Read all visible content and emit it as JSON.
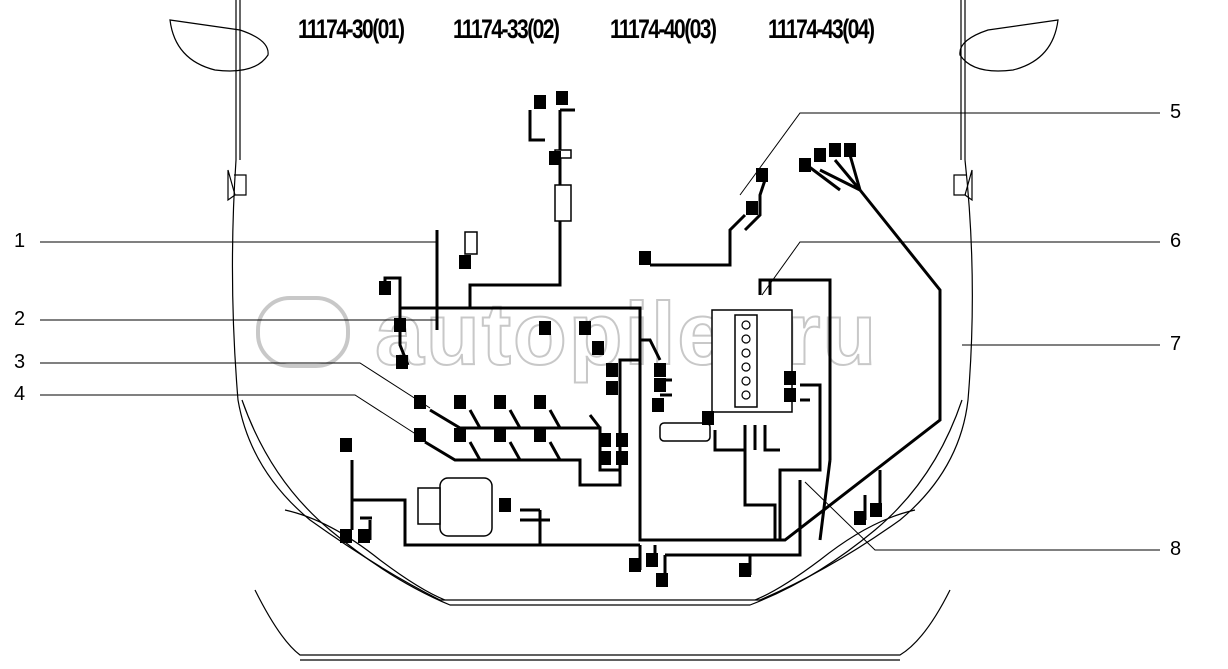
{
  "header": {
    "variants": [
      "11174-30(01)",
      "11174-33(02)",
      "11174-40(03)",
      "11174-43(04)"
    ]
  },
  "callouts": [
    "1",
    "2",
    "3",
    "4",
    "5",
    "6",
    "7",
    "8"
  ],
  "watermark": "autopiler.ru",
  "colors": {
    "line": "#000000",
    "watermark": "#c8c8c8",
    "background": "#ffffff"
  }
}
